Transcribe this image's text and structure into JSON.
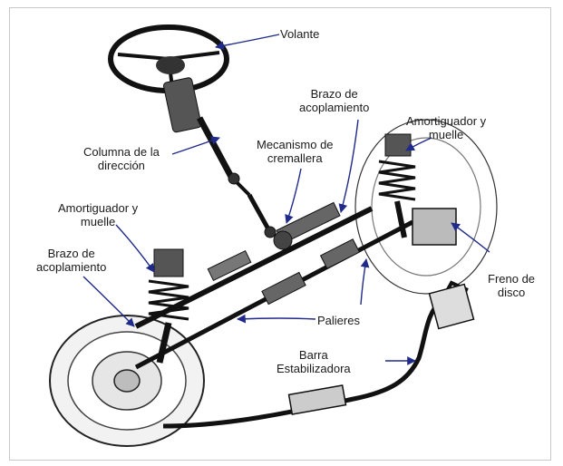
{
  "diagram": {
    "labels": {
      "volante": "Volante",
      "columna": "Columna de la\ndirección",
      "mecanismo": "Mecanismo de\ncremallera",
      "brazo_top": "Brazo de\nacoplamiento",
      "amort_right": "Amortiguador y\nmuelle",
      "amort_left": "Amortiguador y\nmuelle",
      "brazo_left": "Brazo de\nacoplamiento",
      "freno": "Freno de\ndisco",
      "palieres": "Palieres",
      "barra": "Barra\nEstabilizadora"
    },
    "colors": {
      "arrow": "#1f2a8a",
      "ink": "#222222"
    }
  }
}
